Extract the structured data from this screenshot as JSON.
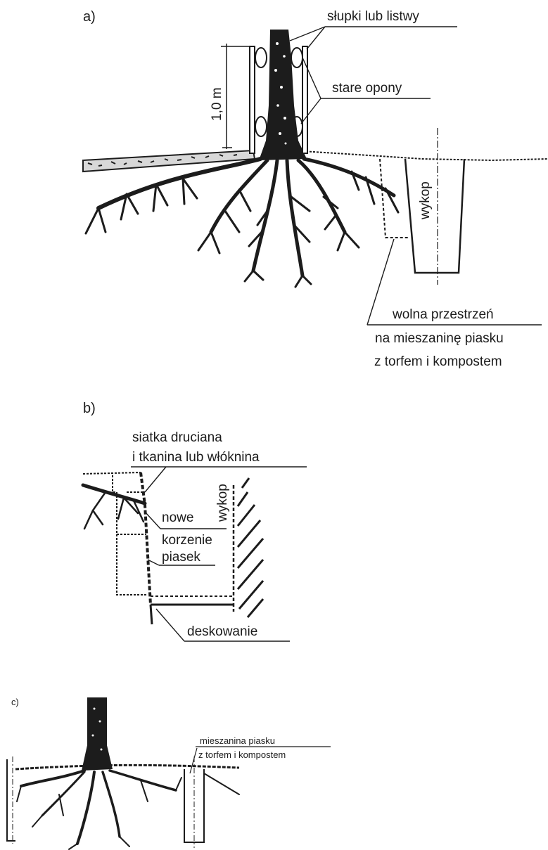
{
  "panel_a": {
    "label": "a)",
    "posts_label": "słupki lub listwy",
    "tires_label": "stare opony",
    "height_label": "1,0 m",
    "trench_label": "wykop",
    "space_label": [
      "wolna przestrzeń",
      "na mieszaninę piasku",
      "z torfem i kompostem"
    ]
  },
  "panel_b": {
    "label": "b)",
    "mesh_label": [
      "siatka druciana",
      "i tkanina lub włóknina"
    ],
    "trench_label": "wykop",
    "roots_label": [
      "nowe",
      "korzenie"
    ],
    "sand_label": "piasek",
    "formwork_label": "deskowanie"
  },
  "panel_c": {
    "label": "c)",
    "mixture_label": [
      "mieszanina piasku",
      "z torfem i kompostem"
    ]
  },
  "colors": {
    "ink": "#1c1c1c",
    "background": "#ffffff"
  }
}
